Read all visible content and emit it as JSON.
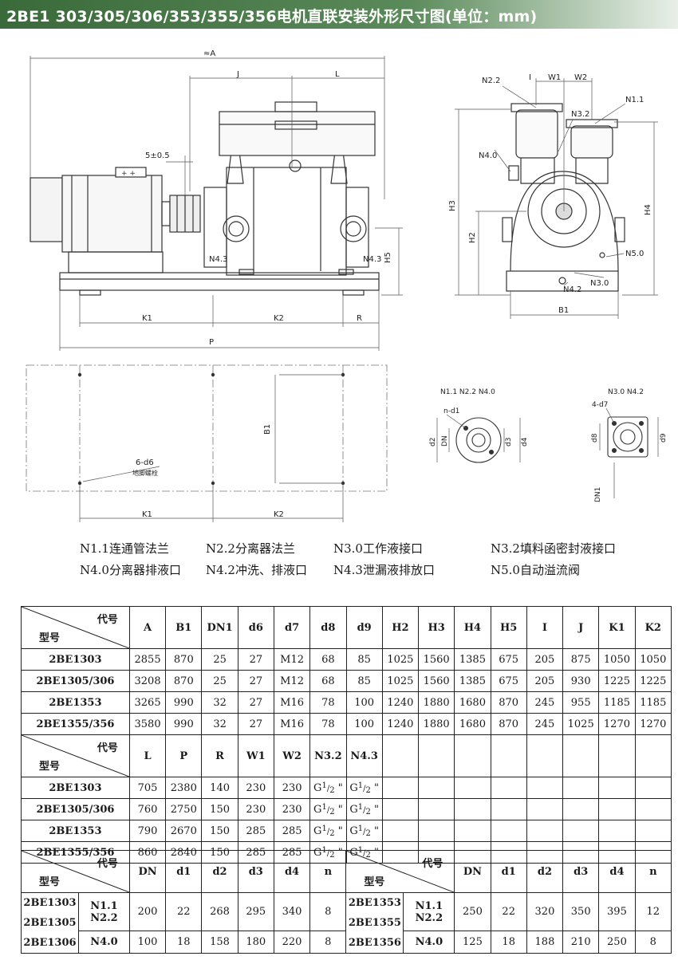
{
  "title": "2BE1 303/305/306/353/355/356电机直联安装外形尺寸图(单位：mm)",
  "drawing": {
    "dims_top": [
      "≈A",
      "J",
      "L",
      "5±0.5",
      "H5",
      "K1",
      "K2",
      "R",
      "P"
    ],
    "dims_side": [
      "N2.2",
      "I",
      "W1",
      "W2",
      "N1.1",
      "N3.2",
      "N4.0",
      "H3",
      "H2",
      "H4",
      "N5.0",
      "N4.2",
      "N3.0",
      "B1"
    ],
    "ports_front": [
      "N4.3",
      "N4.3"
    ],
    "plan": [
      "B1",
      "6-d6",
      "地脚螺栓",
      "K1",
      "K2"
    ],
    "flange1": [
      "N1.1 N2.2 N4.0",
      "n-d1",
      "d2",
      "DN",
      "d3",
      "d4"
    ],
    "flange2": [
      "N3.0 N4.2",
      "4-d7",
      "d8",
      "d9",
      "DN1"
    ]
  },
  "legend": [
    "N1.1连通管法兰",
    "N2.2分离器法兰",
    "N3.0工作液接口",
    "N3.2填料函密封液接口",
    "N4.0分离器排液口",
    "N4.2冲洗、排液口",
    "N4.3泄漏液排放口",
    "N5.0自动溢流阀"
  ],
  "table1": {
    "corner_top": "代号",
    "corner_bottom": "型号",
    "headers": [
      "A",
      "B1",
      "DN1",
      "d6",
      "d7",
      "d8",
      "d9",
      "H2",
      "H3",
      "H4",
      "H5",
      "I",
      "J",
      "K1",
      "K2"
    ],
    "rows": [
      {
        "model": "2BE1303",
        "values": [
          "2855",
          "870",
          "25",
          "27",
          "M12",
          "68",
          "85",
          "1025",
          "1560",
          "1385",
          "675",
          "205",
          "875",
          "1050",
          "1050"
        ]
      },
      {
        "model": "2BE1305/306",
        "values": [
          "3208",
          "870",
          "25",
          "27",
          "M12",
          "68",
          "85",
          "1025",
          "1560",
          "1385",
          "675",
          "205",
          "930",
          "1225",
          "1225"
        ]
      },
      {
        "model": "2BE1353",
        "values": [
          "3265",
          "990",
          "32",
          "27",
          "M16",
          "78",
          "100",
          "1240",
          "1880",
          "1680",
          "870",
          "245",
          "955",
          "1185",
          "1185"
        ]
      },
      {
        "model": "2BE1355/356",
        "values": [
          "3580",
          "990",
          "32",
          "27",
          "M16",
          "78",
          "100",
          "1240",
          "1880",
          "1680",
          "870",
          "245",
          "1025",
          "1270",
          "1270"
        ]
      }
    ]
  },
  "table2": {
    "corner_top": "代号",
    "corner_bottom": "型号",
    "headers": [
      "L",
      "P",
      "R",
      "W1",
      "W2",
      "N3.2",
      "N4.3"
    ],
    "thread": {
      "g": "G",
      "n": "1",
      "d": "2",
      "q": "\""
    },
    "rows": [
      {
        "model": "2BE1303",
        "values": [
          "705",
          "2380",
          "140",
          "230",
          "230"
        ]
      },
      {
        "model": "2BE1305/306",
        "values": [
          "760",
          "2750",
          "150",
          "230",
          "230"
        ]
      },
      {
        "model": "2BE1353",
        "values": [
          "790",
          "2670",
          "150",
          "285",
          "285"
        ]
      },
      {
        "model": "2BE1355/356",
        "values": [
          "860",
          "2840",
          "150",
          "285",
          "285"
        ]
      }
    ]
  },
  "table3": {
    "corner_top": "代号",
    "corner_bottom": "型号",
    "headers": [
      "DN",
      "d1",
      "d2",
      "d3",
      "d4",
      "n"
    ],
    "left": {
      "models": [
        "2BE1303",
        "2BE1305",
        "2BE1306"
      ],
      "rows": [
        {
          "port": "N1.1\nN2.2",
          "values": [
            "200",
            "22",
            "268",
            "295",
            "340",
            "8"
          ]
        },
        {
          "port": "N4.0",
          "values": [
            "100",
            "18",
            "158",
            "180",
            "220",
            "8"
          ]
        }
      ]
    },
    "right": {
      "models": [
        "2BE1353",
        "2BE1355",
        "2BE1356"
      ],
      "rows": [
        {
          "port": "N1.1\nN2.2",
          "values": [
            "250",
            "22",
            "320",
            "350",
            "395",
            "12"
          ]
        },
        {
          "port": "N4.0",
          "values": [
            "125",
            "18",
            "188",
            "210",
            "250",
            "8"
          ]
        }
      ]
    }
  }
}
